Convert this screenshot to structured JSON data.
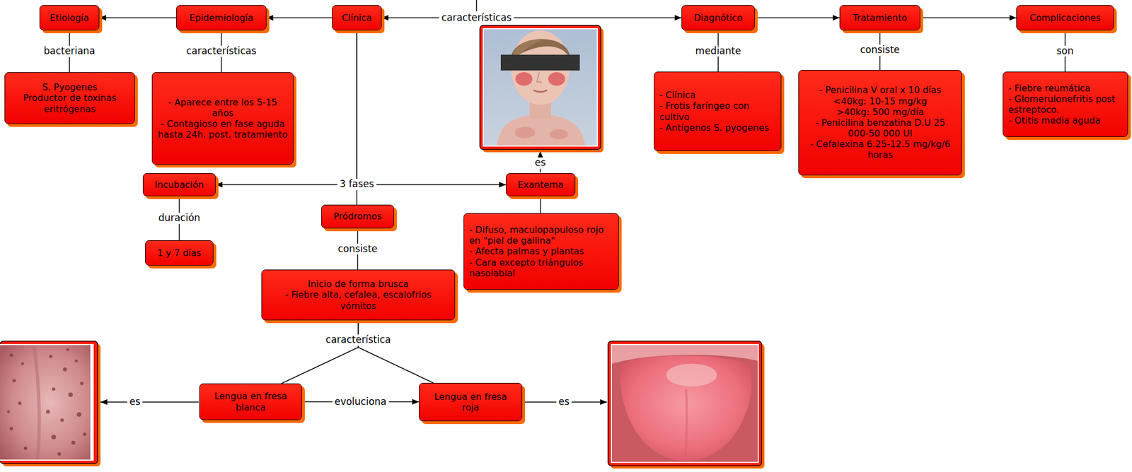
{
  "diagram": {
    "nodes": [
      {
        "text": [
          "Etiología"
        ]
      },
      {
        "text": [
          "Epidemiología"
        ]
      },
      {
        "text": [
          "Clínica"
        ]
      },
      {
        "text": [
          "Diagnótico"
        ]
      },
      {
        "text": [
          "Tratamiento"
        ]
      },
      {
        "text": [
          "Complicaciones"
        ]
      },
      {
        "text": [
          "S. Pyogenes",
          "Productor de toxinas eritrógenas"
        ]
      },
      {
        "text": [
          "- Aparece entre los 5-15 años",
          "- Contagioso en fase aguda hasta 24h. post. tratamiento"
        ]
      },
      {
        "text": [
          "- Clínica",
          "- Frotis faríngeo con cultivo",
          "- Antígenos S. pyogenes"
        ]
      },
      {
        "text": [
          "- Penicilina V oral x 10 días",
          "<40kg: 10-15 mg/kg",
          ">40kg: 500 mg/día",
          "- Penicilina benzatina D.U 25 000-50 000 UI",
          "- Cefalexina 6.25-12.5 mg/kg/6 horas"
        ]
      },
      {
        "text": [
          "- Fiebre reumática",
          "- Glomerulonefritis post estreptoco.",
          "- Otitis media aguda"
        ]
      },
      {
        "text": [
          "Incubación"
        ]
      },
      {
        "text": [
          "Pródromos"
        ]
      },
      {
        "text": [
          "Exantema"
        ]
      },
      {
        "text": [
          "1 y 7 días"
        ]
      },
      {
        "text": [
          "Inicio de forma brusca",
          "- Fiebre alta, cefalea, escalofrios vómitos"
        ]
      },
      {
        "text": [
          "- Difuso, maculopapuloso rojo en \"piel de gallina\"",
          "- Afecta palmas y plantas",
          "- Cara excepto triángulos nasolabial"
        ]
      },
      {
        "text": [
          "Lengua en fresa blanca"
        ]
      },
      {
        "text": [
          "Lengua en fresa roja"
        ]
      }
    ],
    "edges": [
      {
        "from": 1,
        "to": 0,
        "arrow": "to"
      },
      {
        "from": 2,
        "to": 1,
        "arrow": "to"
      },
      {
        "from": 2,
        "to": 3,
        "label": "características",
        "arrow": "both"
      },
      {
        "from": 3,
        "to": 4,
        "arrow": "to"
      },
      {
        "from": 4,
        "to": 5,
        "arrow": "to"
      },
      {
        "from": 0,
        "to": 6,
        "label": "bacteriana",
        "arrow": "none"
      },
      {
        "from": 1,
        "to": 7,
        "label": "características",
        "arrow": "none"
      },
      {
        "from": 3,
        "to": 8,
        "label": "mediante",
        "arrow": "none"
      },
      {
        "from": 4,
        "to": 9,
        "label": "consiste",
        "arrow": "none"
      },
      {
        "from": 5,
        "to": 10,
        "label": "son",
        "arrow": "none"
      },
      {
        "from": 2,
        "to": 12,
        "label": "3 fases",
        "arrow": "none"
      },
      {
        "from": 2,
        "to": 11,
        "arrow": "to"
      },
      {
        "from": 2,
        "to": 13,
        "arrow": "to"
      },
      {
        "from": 11,
        "to": 14,
        "label": "duración",
        "arrow": "none"
      },
      {
        "from": 12,
        "to": 15,
        "label": "consiste",
        "arrow": "none"
      },
      {
        "from": 13,
        "to": 16,
        "arrow": "none"
      },
      {
        "from": 15,
        "to": 17,
        "label": "característica",
        "arrow": "none"
      },
      {
        "from": 15,
        "to": 18,
        "arrow": "none"
      },
      {
        "from": 17,
        "to": 18,
        "label": "evoluciona",
        "arrow": "to"
      }
    ],
    "labels": [
      "es",
      "es",
      "es"
    ]
  }
}
